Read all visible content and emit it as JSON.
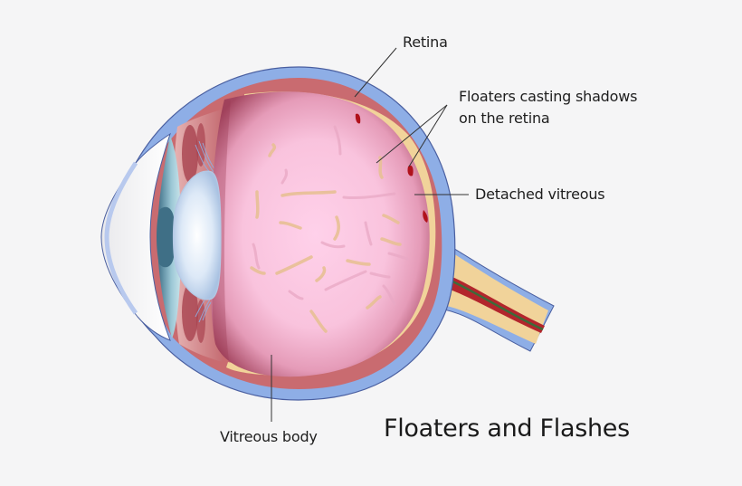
{
  "diagram": {
    "title": "Floaters and Flashes",
    "subject": "eye-cross-section",
    "labels": {
      "retina": "Retina",
      "floaters_line1": "Floaters casting shadows",
      "floaters_line2": "on the retina",
      "detached_vitreous": "Detached vitreous",
      "vitreous_body": "Vitreous body"
    },
    "colors": {
      "background": "#f5f5f6",
      "sclera": "#8eaee6",
      "sclera_outline": "#4a5fa0",
      "choroid": "#c96b70",
      "retina": "#f1d39a",
      "vitreous_inner": "#f9c6e0",
      "vitreous_edge": "#9c3a52",
      "lens": "#d8e6f6",
      "cornea": "#eaf0fa",
      "iris": "#5b8aa0",
      "floater": "#e8c095",
      "blood_spot": "#b0121c",
      "nerve_vessel_green": "#3d6b3a",
      "leader_line": "#333333"
    }
  }
}
